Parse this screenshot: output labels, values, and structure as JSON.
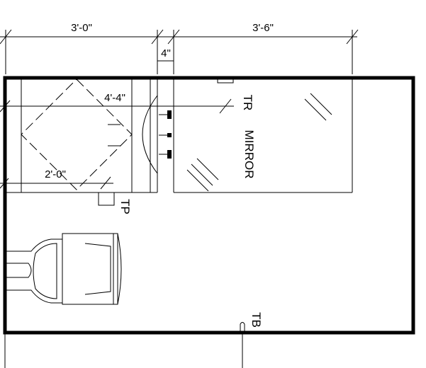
{
  "dimensions": {
    "top_left": "3'-0\"",
    "top_gap": "4\"",
    "top_right": "3'-6\"",
    "vanity_width": "4'-4\"",
    "vanity_depth": "2'-0\""
  },
  "labels": {
    "towel_ring": "TR",
    "mirror": "MIRROR",
    "toilet_paper": "TP",
    "towel_bar": "TB"
  }
}
